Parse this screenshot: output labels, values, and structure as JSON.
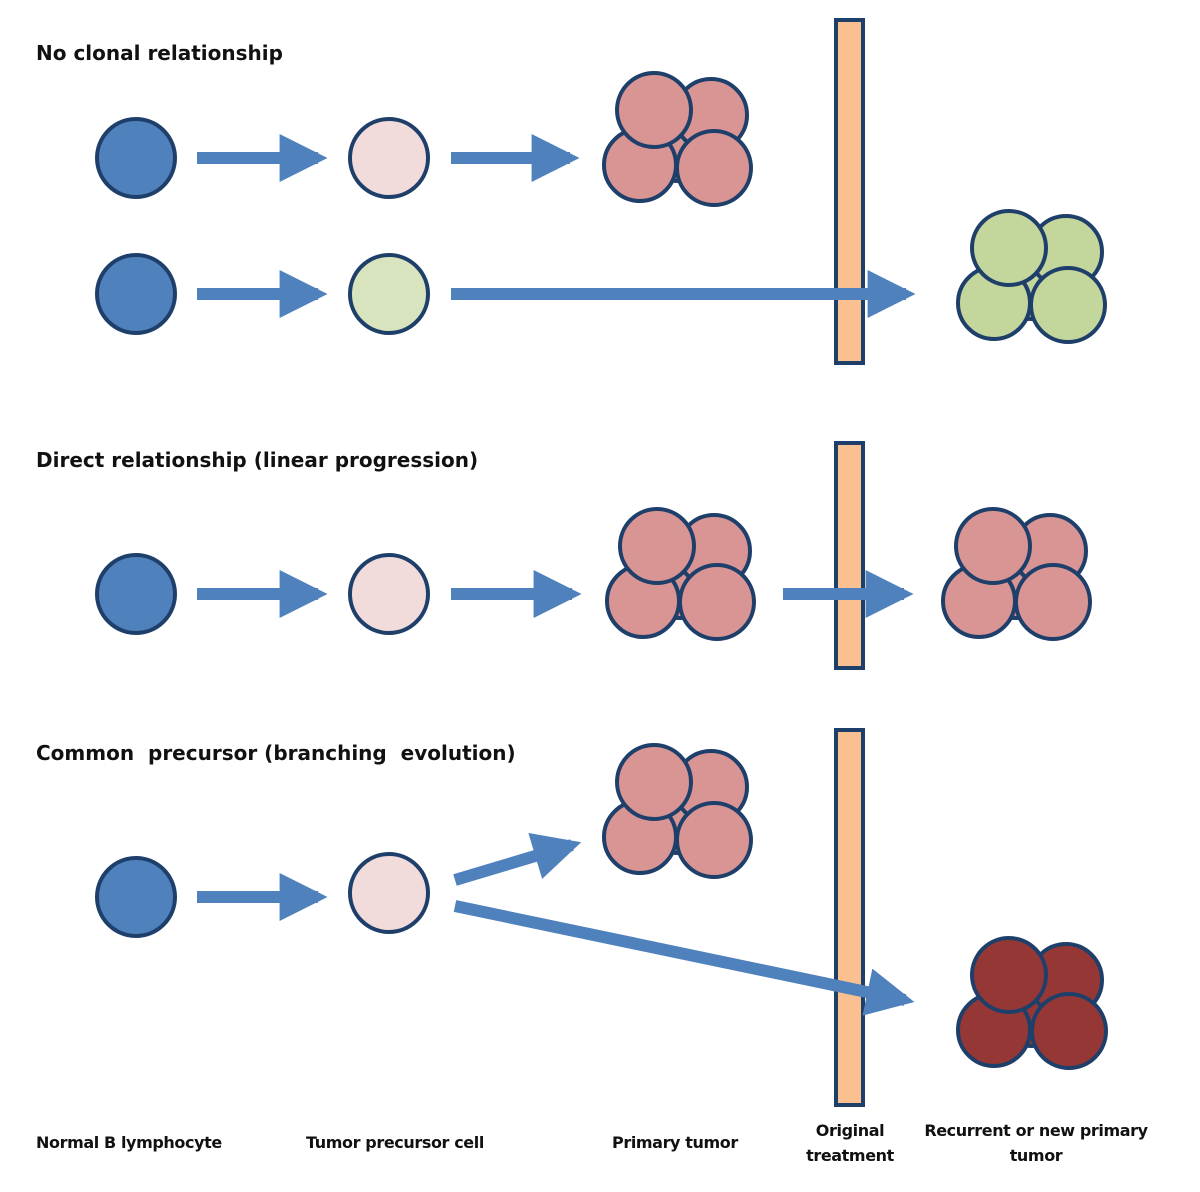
{
  "colors": {
    "normal_cell": "#4f81bd",
    "cell_outline": "#1f3f6b",
    "precursor_pink": "#f2dcdb",
    "precursor_green": "#d7e4bd",
    "tumor_pink": "#d99594",
    "tumor_green": "#c3d69b",
    "tumor_dark_red": "#953735",
    "arrow": "#4f81bd",
    "treatment_bar_fill": "#fac08f",
    "treatment_bar_outline": "#1f3f6b"
  },
  "sections": [
    {
      "title": "No clonal relationship"
    },
    {
      "title": "Direct relationship (linear progression)"
    },
    {
      "title": "Common  precursor (branching  evolution)"
    }
  ],
  "column_labels": {
    "normal": "Normal B lymphocyte",
    "precursor": "Tumor precursor cell",
    "primary": "Primary tumor",
    "treatment_line1": "Original",
    "treatment_line2": "treatment",
    "recurrent_line1": "Recurrent or new primary",
    "recurrent_line2": "tumor"
  }
}
